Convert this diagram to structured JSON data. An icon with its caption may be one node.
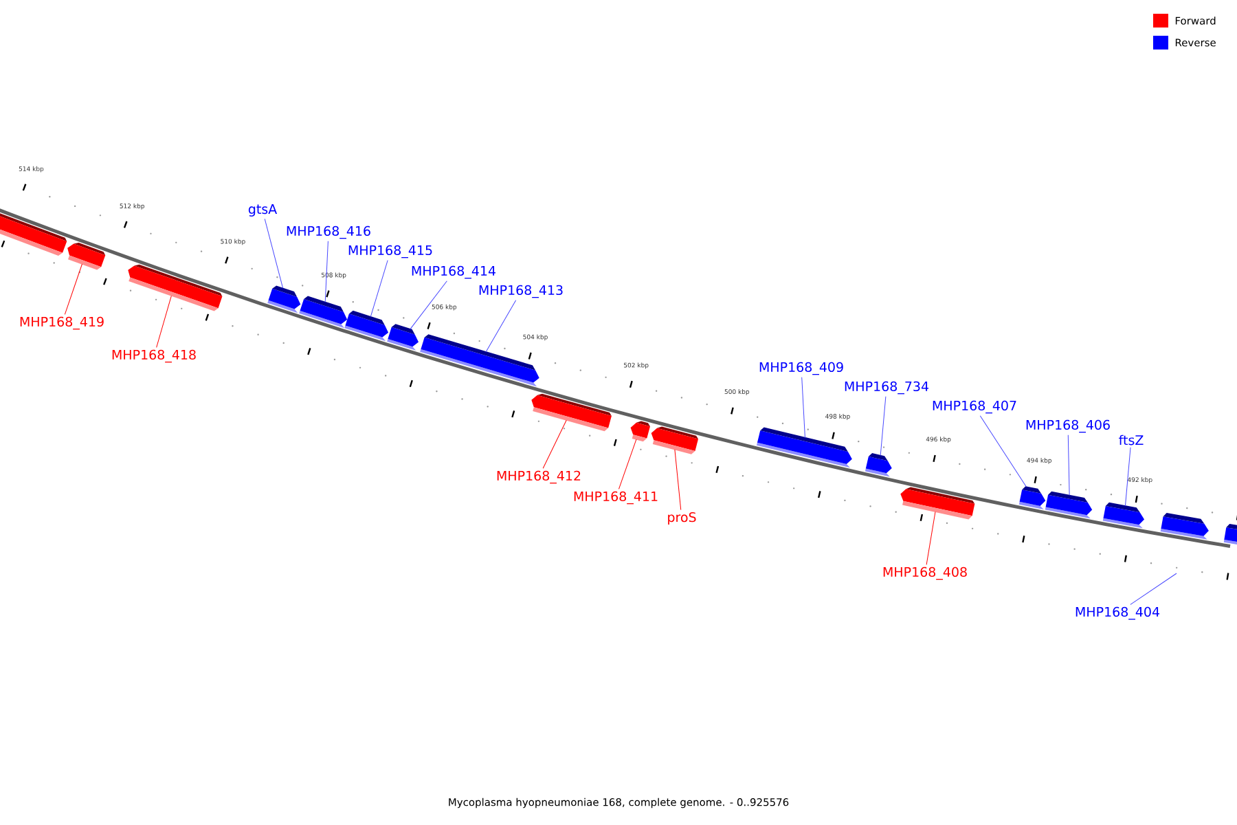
{
  "diagram": {
    "caption": "Mycoplasma hyopneumoniae 168, complete genome. - 0..925576",
    "nodes": [
      {
        "text": [],
        "shape": "arrow"
      },
      {
        "text": [],
        "shape": "arrow"
      },
      {
        "text": [],
        "shape": "arrow"
      },
      {
        "text": [],
        "shape": "arrow"
      },
      {
        "text": [],
        "shape": "arrow"
      },
      {
        "text": [],
        "shape": "arrow"
      },
      {
        "text": [],
        "shape": "arrow"
      },
      {
        "text": [],
        "shape": "arrow"
      },
      {
        "text": [],
        "shape": "arrow"
      },
      {
        "text": [],
        "shape": "arrow"
      },
      {
        "text": [],
        "shape": "arrow"
      },
      {
        "text": [],
        "shape": "arrow"
      },
      {
        "text": [],
        "shape": "arrow"
      },
      {
        "text": [],
        "shape": "arrow"
      },
      {
        "text": [],
        "shape": "arrow"
      },
      {
        "text": [],
        "shape": "arrow"
      },
      {
        "text": [],
        "shape": "arrow"
      },
      {
        "text": [],
        "shape": "arrow"
      },
      {
        "text": [],
        "shape": "arrow"
      },
      {
        "text": [
          "gtsA"
        ]
      },
      {
        "text": [
          "MHP168_416"
        ]
      },
      {
        "text": [
          "MHP168_415"
        ]
      },
      {
        "text": [
          "MHP168_414"
        ]
      },
      {
        "text": [
          "MHP168_413"
        ]
      },
      {
        "text": [
          "MHP168_419"
        ]
      },
      {
        "text": [
          "MHP168_418"
        ]
      },
      {
        "text": [
          "MHP168_409"
        ]
      },
      {
        "text": [
          "MHP168_734"
        ]
      },
      {
        "text": [
          "MHP168_407"
        ]
      },
      {
        "text": [
          "MHP168_406"
        ]
      },
      {
        "text": [
          "ftsZ"
        ]
      },
      {
        "text": [
          "MHP168_412"
        ]
      },
      {
        "text": [
          "MHP168_411"
        ]
      },
      {
        "text": [
          "proS"
        ]
      },
      {
        "text": [
          "MHP168_408"
        ]
      },
      {
        "text": [
          "MHP168_404"
        ]
      }
    ],
    "edges": [
      {
        "from": 19,
        "to": 3,
        "arrow": "none"
      },
      {
        "from": 20,
        "to": 4,
        "arrow": "none"
      },
      {
        "from": 21,
        "to": 5,
        "arrow": "none"
      },
      {
        "from": 22,
        "to": 6,
        "arrow": "none"
      },
      {
        "from": 23,
        "to": 7,
        "arrow": "none"
      },
      {
        "from": 24,
        "to": 1,
        "arrow": "none",
        "color": "#ff0000"
      },
      {
        "from": 25,
        "to": 2,
        "arrow": "none",
        "color": "#ff0000"
      },
      {
        "from": 26,
        "to": 11,
        "arrow": "none"
      },
      {
        "from": 27,
        "to": 12,
        "arrow": "none"
      },
      {
        "from": 28,
        "to": 14,
        "arrow": "none"
      },
      {
        "from": 29,
        "to": 15,
        "arrow": "none"
      },
      {
        "from": 30,
        "to": 16,
        "arrow": "none"
      },
      {
        "from": 31,
        "to": 8,
        "arrow": "none",
        "color": "#ff0000"
      },
      {
        "from": 32,
        "to": 9,
        "arrow": "none",
        "color": "#ff0000"
      },
      {
        "from": 33,
        "to": 10,
        "arrow": "none",
        "color": "#ff0000"
      },
      {
        "from": 34,
        "to": 13,
        "arrow": "none",
        "color": "#ff0000"
      },
      {
        "from": 35,
        "to": null,
        "arrow": "none"
      }
    ],
    "labels": [
      "514 kbp",
      "512 kbp",
      "510 kbp",
      "508 kbp",
      "506 kbp",
      "504 kbp",
      "502 kbp",
      "500 kbp",
      "498 kbp",
      "496 kbp",
      "494 kbp",
      "492 kbp"
    ],
    "legend": [
      {
        "text": "Forward",
        "color": "#ff0000"
      },
      {
        "text": "Reverse",
        "color": "#0000ff"
      }
    ]
  }
}
